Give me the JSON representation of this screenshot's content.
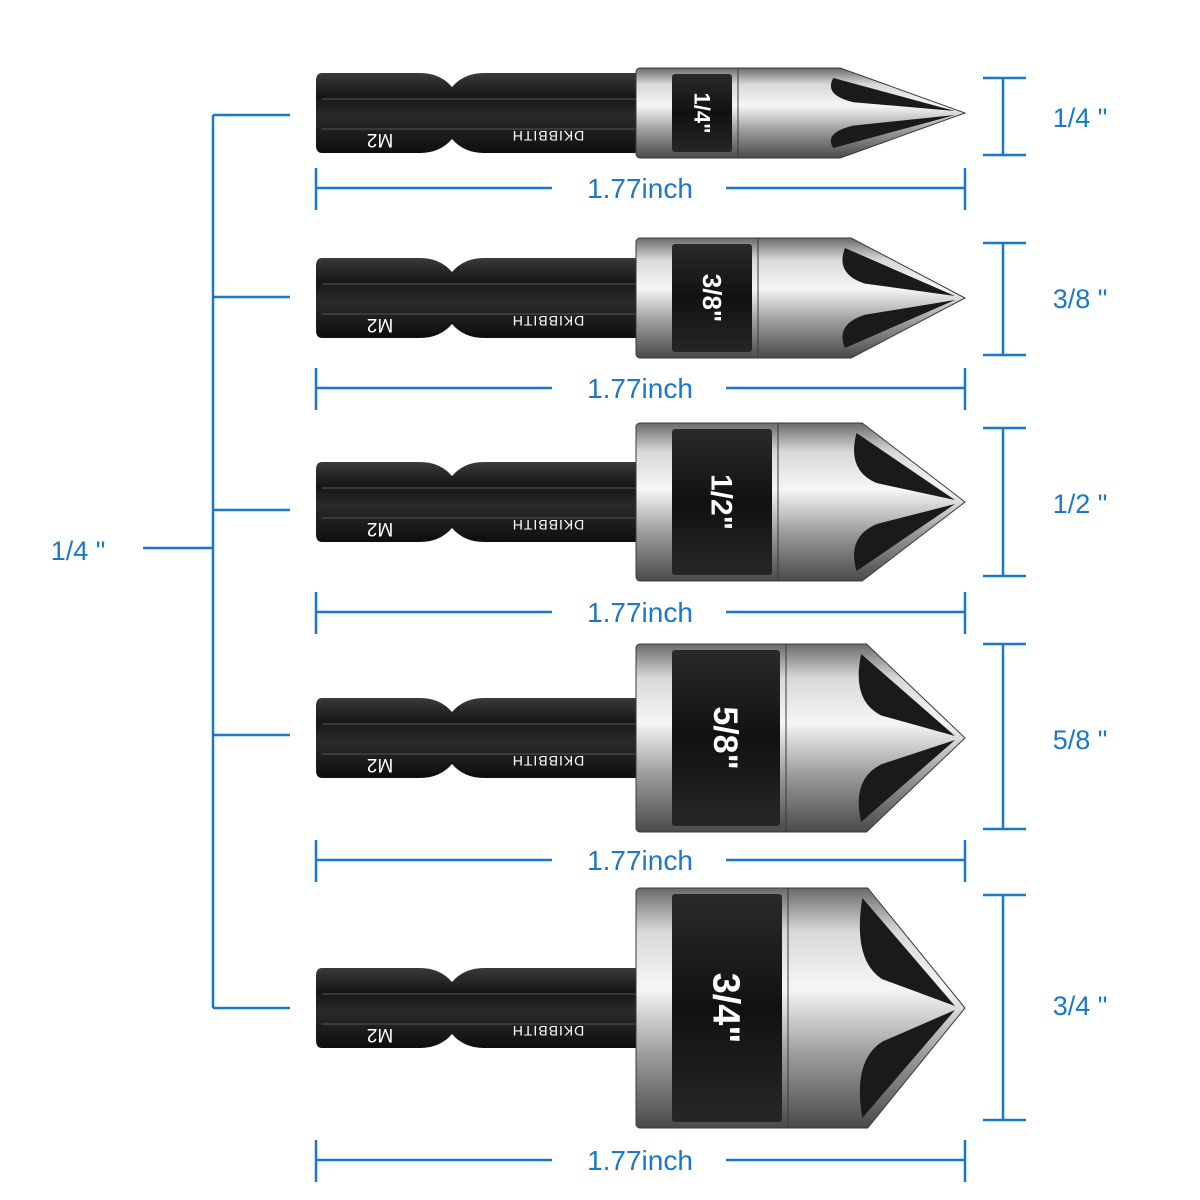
{
  "colors": {
    "dimension_blue": "#1a78c8",
    "shank_black": "#1c1c1c",
    "steel_light": "#e4e4e4",
    "steel_dark": "#5a5a5a",
    "band_black": "#151515",
    "background": "#ffffff"
  },
  "shank_size_label": "1/4 \"",
  "bits": [
    {
      "size_label": "1/4\"",
      "diameter_label": "1/4 \"",
      "length_label": "1.77inch",
      "shank_mark": "M2",
      "brand_mark": "DKIBBITH"
    },
    {
      "size_label": "3/8\"",
      "diameter_label": "3/8 \"",
      "length_label": "1.77inch",
      "shank_mark": "M2",
      "brand_mark": "DKIBBITH"
    },
    {
      "size_label": "1/2\"",
      "diameter_label": "1/2 \"",
      "length_label": "1.77inch",
      "shank_mark": "M2",
      "brand_mark": "DKIBBITH"
    },
    {
      "size_label": "5/8\"",
      "diameter_label": "5/8 \"",
      "length_label": "1.77inch",
      "shank_mark": "M2",
      "brand_mark": "DKIBBITH"
    },
    {
      "size_label": "3/4\"",
      "diameter_label": "3/4 \"",
      "length_label": "1.77inch",
      "shank_mark": "M2",
      "brand_mark": "DKIBBITH"
    }
  ]
}
